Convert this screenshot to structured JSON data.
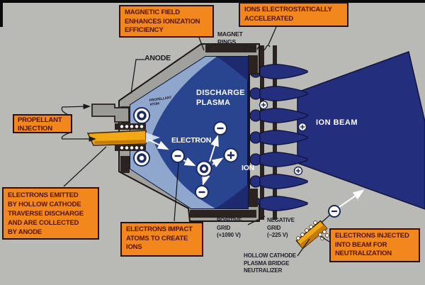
{
  "colors": {
    "background": "#b9b9b5",
    "callout_orange": "#f2871d",
    "callout_text": "#541201",
    "plasma_blue": "#2a458f",
    "plasma_light": "#8fa7cd",
    "beam_navy": "#232e7c",
    "cathode_yellow": "#f2a714",
    "casing_gray": "#a0a09d",
    "wall_dark": "#2b2320"
  },
  "callouts": {
    "magnetic_field": "MAGNETIC FIELD\nENHANCES IONIZATION\nEFFICIENCY",
    "ions_accelerated": "IONS ELECTROSTATICALLY\nACCELERATED",
    "propellant_injection": "PROPELLANT\nINJECTION",
    "electrons_emitted": "ELECTRONS EMITTED\nBY HOLLOW CATHODE\nTRAVERSE DISCHARGE\nAND ARE COLLECTED\nBY ANODE",
    "electrons_impact": "ELECTRONS IMPACT\nATOMS TO CREATE\nIONS",
    "electrons_injected": "ELECTRONS INJECTED\nINTO BEAM FOR\nNEUTRALIZATION"
  },
  "labels": {
    "anode": "ANODE",
    "magnet_rings": "MAGNET\nRINGS",
    "discharge_plasma": "DISCHARGE\nPLASMA",
    "electron": "ELECTRON",
    "ion": "ION",
    "ion_beam": "ION BEAM",
    "propellant_atom": "PROPELLANT\nATOM",
    "positive_grid": "POSITIVE\nGRID\n(+1090 V)",
    "negative_grid": "NEGATIVE\nGRID\n(−225 V)",
    "neutralizer": "HOLLOW CATHODE\nPLASMA BRIDGE\nNEUTRALIZER"
  }
}
